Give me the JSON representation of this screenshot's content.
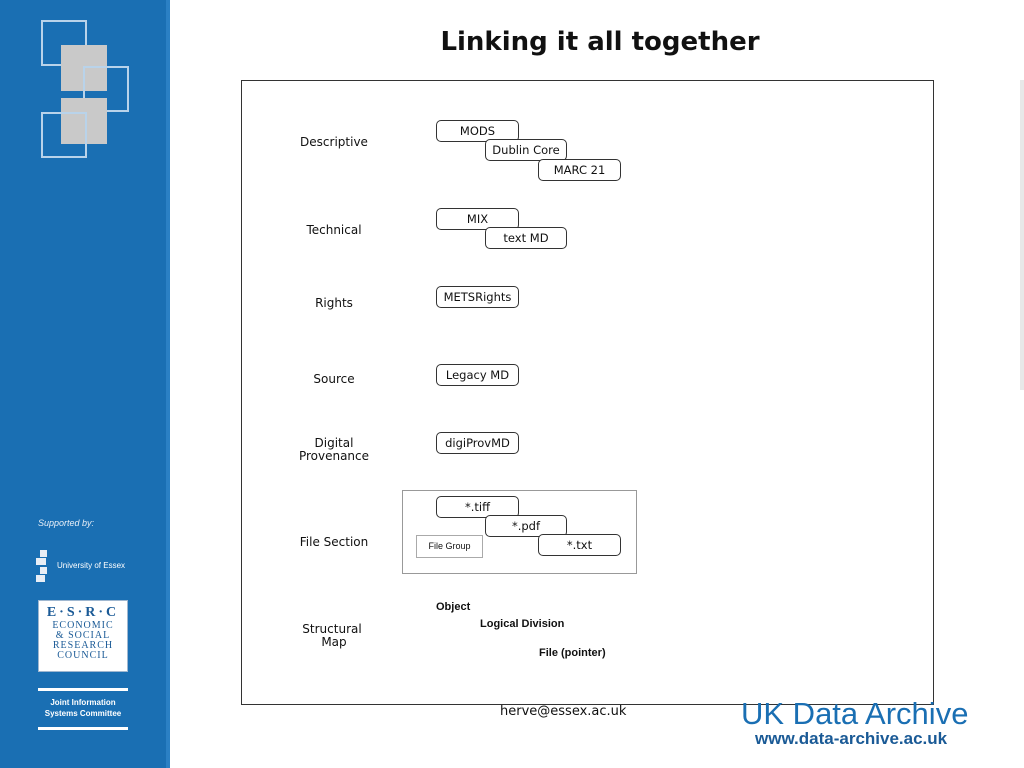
{
  "title": "Linking it all together",
  "sidebar": {
    "supported_by": "Supported by:",
    "university_logo": "University of Essex",
    "esrc_logo": {
      "acronym": "E·S·R·C",
      "line1": "ECONOMIC",
      "line2": "& SOCIAL",
      "line3": "RESEARCH",
      "line4": "COUNCIL"
    },
    "jisc_logo": {
      "line1": "Joint Information",
      "line2": "Systems Committee"
    }
  },
  "diagram": {
    "rows": {
      "descriptive": "Descriptive",
      "technical": "Technical",
      "rights": "Rights",
      "source": "Source",
      "digital_provenance_1": "Digital",
      "digital_provenance_2": "Provenance",
      "file_section": "File Section",
      "structural_map_1": "Structural",
      "structural_map_2": "Map"
    },
    "boxes": {
      "mods": "MODS",
      "dublin_core": "Dublin Core",
      "marc21": "MARC 21",
      "mix": "MIX",
      "text_md": "text MD",
      "metsrights": "METSRights",
      "legacy_md": "Legacy MD",
      "digiprovmd": "digiProvMD",
      "tiff": "*.tiff",
      "pdf": "*.pdf",
      "txt": "*.txt",
      "file_group": "File Group"
    },
    "structural_map": {
      "object": "Object",
      "logical_division": "Logical Division",
      "file_pointer": "File (pointer)"
    }
  },
  "footer": {
    "email": "herve@essex.ac.uk",
    "brand": "UK Data Archive",
    "url": "www.data-archive.ac.uk"
  },
  "colors": {
    "sidebar_blue": "#1a6fb3",
    "brand_blue": "#1a6fb3"
  }
}
